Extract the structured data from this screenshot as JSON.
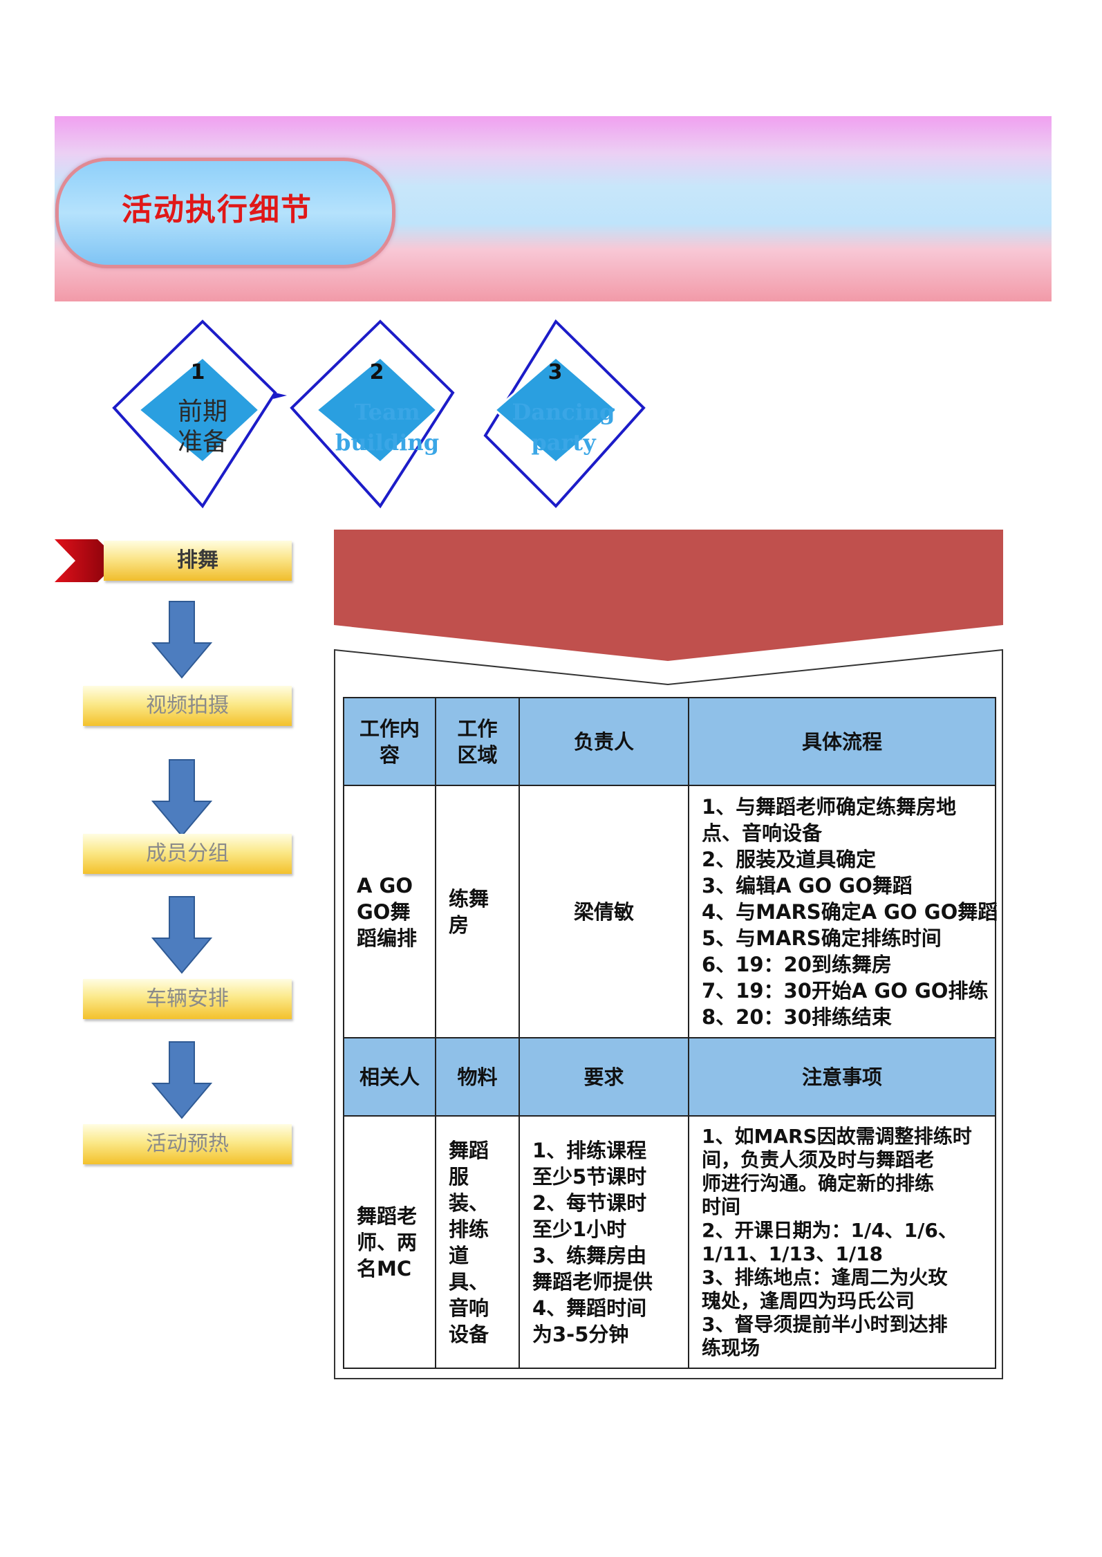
{
  "header": {
    "title": "活动执行细节"
  },
  "steps_diamonds": [
    {
      "number": "1",
      "label_line1": "前期",
      "label_line2": "准备"
    },
    {
      "number": "2",
      "label_line1": "Team",
      "label_line2": "building"
    },
    {
      "number": "3",
      "label_line1": "Dancing",
      "label_line2": "party"
    }
  ],
  "flow": {
    "items": [
      "排舞",
      "视频拍摄",
      "成员分组",
      "车辆安排",
      "活动预热"
    ]
  },
  "colors": {
    "banner_accent": "#e01818",
    "diamond_blue": "#2a9fe0",
    "diamond_border": "#1c1cc8",
    "arrow_blue": "#4d7dbf",
    "chevron_red": "#c0504d",
    "table_header": "#8fc0e8"
  },
  "table": {
    "header1": [
      "工作内容",
      "工作区域",
      "负责人",
      "具体流程"
    ],
    "row1": {
      "content": "A GO GO舞蹈编排",
      "area": "练舞房",
      "owner": "梁倩敏",
      "process": [
        "1、与舞蹈老师确定练舞房地",
        "点、音响设备",
        "2、服装及道具确定",
        "3、编辑A GO GO舞蹈",
        "4、与MARS确定A GO GO舞蹈",
        "5、与MARS确定排练时间",
        "6、19：20到练舞房",
        "7、19：30开始A GO GO排练",
        "8、20：30排练结束"
      ]
    },
    "header2": [
      "相关人",
      "物料",
      "要求",
      "注意事项"
    ],
    "row2": {
      "people": "舞蹈老师、两名MC",
      "materials": "舞蹈服装、排练道具、音响设备",
      "requirements": [
        "1、排练课程",
        "至少5节课时",
        "2、每节课时",
        "至少1小时",
        "3、练舞房由",
        "舞蹈老师提供",
        "4、舞蹈时间",
        "为3-5分钟"
      ],
      "notes": [
        "1、如MARS因故需调整排练时",
        "间，负责人须及时与舞蹈老",
        "师进行沟通。确定新的排练",
        "时间",
        "2、开课日期为：1/4、1/6、",
        "1/11、1/13、1/18",
        "3、排练地点：逢周二为火玫",
        "瑰处，逢周四为玛氏公司",
        "3、督导须提前半小时到达排",
        "练现场"
      ]
    }
  }
}
